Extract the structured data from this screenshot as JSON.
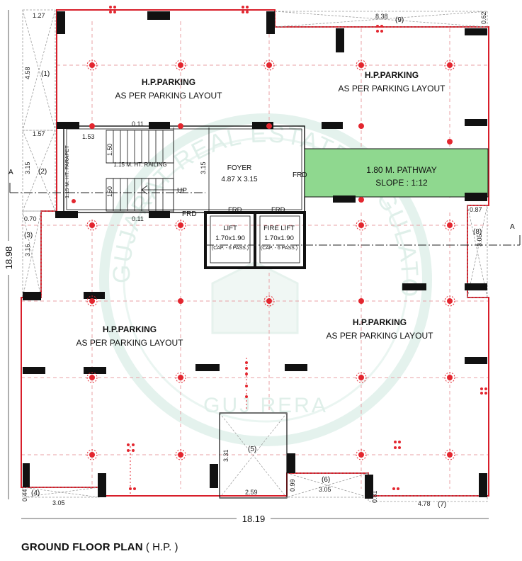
{
  "plan": {
    "title": "GROUND FLOOR PLAN",
    "title_suffix": "( H.P. )",
    "overall_width": "18.19",
    "overall_height": "18.98",
    "section_marker": "A"
  },
  "labels": {
    "parking_title": "H.P.PARKING",
    "parking_sub": "AS PER PARKING LAYOUT",
    "foyer": "FOYER",
    "foyer_size": "4.87 X 3.15",
    "frd": "FRD",
    "up": "UP",
    "lift": "LIFT",
    "fire_lift": "FIRE LIFT",
    "lift_size": "1.70x1.90",
    "lift_cap": "(CAP. - 6 PASS.)",
    "railing": "1.15 M. HT. RAILING",
    "parapet": "1.15 M. HT. PARAPET",
    "pathway": "1.80 M. PATHWAY",
    "slope": "SLOPE : 1:12"
  },
  "dims": {
    "d_1_27": "1.27",
    "d_4_58": "4.58",
    "d_1_57": "1.57",
    "d_3_15": "3.15",
    "d_0_70": "0.70",
    "d_3_16": "3.16",
    "d_1_53": "1.53",
    "d_0_11": "0.11",
    "d_1_50": "1.50",
    "d_150": "150",
    "d_8_38": "8.38",
    "d_0_62": "0.62",
    "d_0_87": "0.87",
    "d_3_05": "3.05",
    "d_3_31": "3.31",
    "d_2_59": "2.59",
    "d_0_99": "0.99",
    "d_0_44": "0.44",
    "d_0_81": "0.81",
    "d_4_78": "4.78"
  },
  "markers": {
    "m1": "(1)",
    "m2": "(2)",
    "m3": "(3)",
    "m4": "(4)",
    "m5": "(5)",
    "m6": "(6)",
    "m7": "(7)",
    "m8": "(8)",
    "m9": "(9)"
  },
  "watermark": {
    "text": "GUJARAT REAL ESTATE REGULATORY AUTHORITY",
    "sub": "GUJ RERA"
  },
  "colors": {
    "outline": "#d81e2a",
    "wall": "#111111",
    "pathway": "#8fd88f",
    "watermark": "#cfe8e0"
  }
}
